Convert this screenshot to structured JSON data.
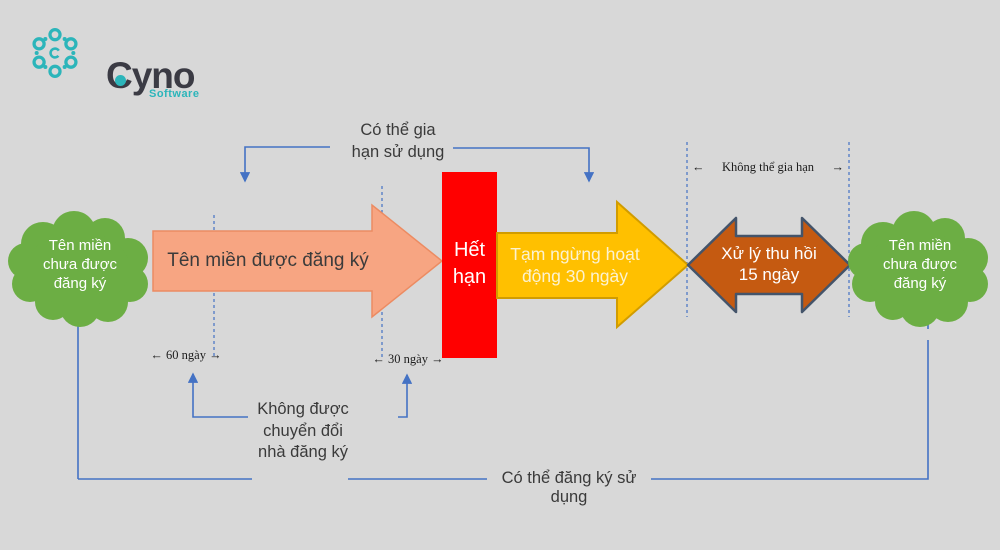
{
  "logo": {
    "brand": "Cyno",
    "subtitle": "Software"
  },
  "colors": {
    "background": "#D8D8D8",
    "brand_teal": "#2CB5BA",
    "cloud_green": "#6CAE44",
    "registered_fill": "#F7A582",
    "registered_border": "#EC8B62",
    "expired_fill": "#FF0000",
    "suspended_fill": "#FFC000",
    "suspended_border": "#D19C00",
    "redemption_fill": "#C55A11",
    "redemption_border": "#44546A",
    "connector_blue": "#4472C4"
  },
  "clouds": {
    "left_label": "Tên miền chưa được đăng ký",
    "right_label": "Tên miền chưa được đăng ký"
  },
  "stages": {
    "registered_label": "Tên miền được đăng ký",
    "expired_label": "Hết hạn",
    "suspended_label": "Tạm ngừng hoạt động 30 ngày",
    "redemption_label": "Xử lý thu hồi 15 ngày"
  },
  "annotations": {
    "renewable": "Có thể gia hạn sử dụng",
    "non_renewable": "Không thể gia hạn",
    "arrow_left": "←",
    "arrow_right": "→",
    "days_60": "← 60 ngày →",
    "days_30": "← 30 ngày →",
    "no_transfer": "Không được chuyển đổi nhà đăng ký",
    "re_register": "Có thể đăng ký sử dụng"
  }
}
